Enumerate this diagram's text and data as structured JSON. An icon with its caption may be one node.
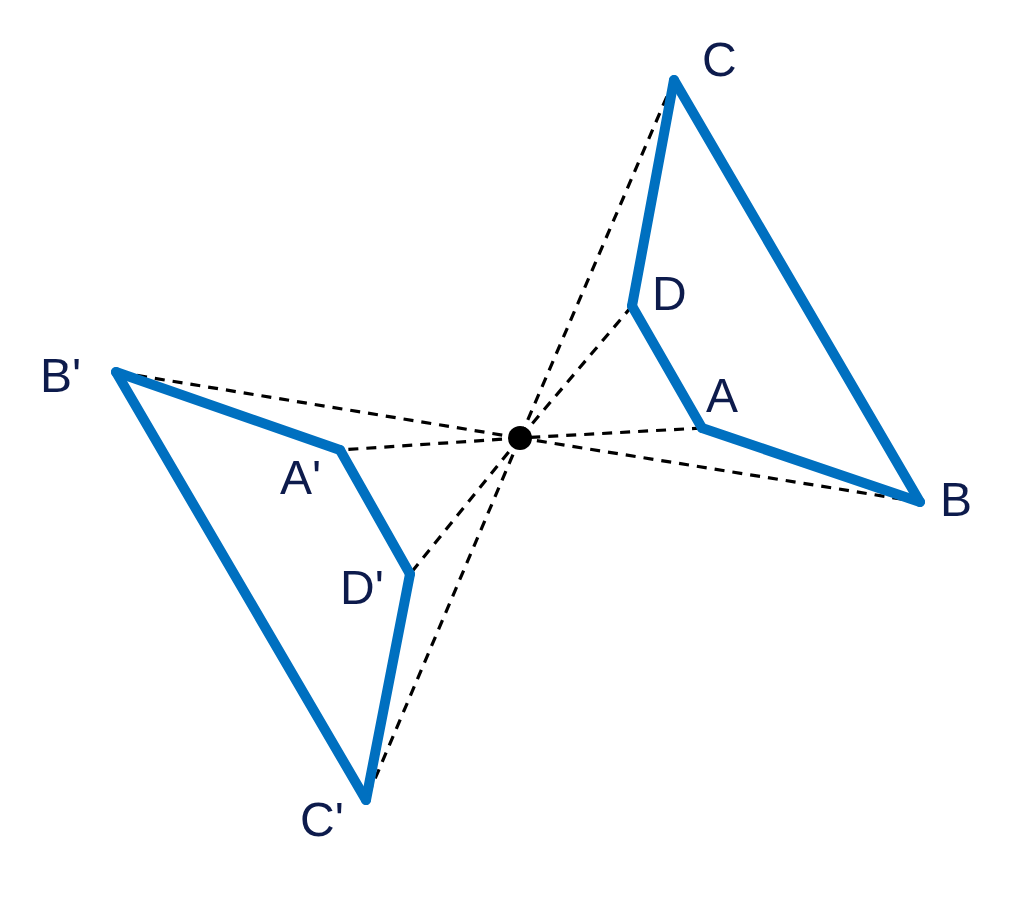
{
  "diagram": {
    "nodes": [
      {
        "text": [
          "C"
        ]
      },
      {
        "text": [
          "D"
        ]
      },
      {
        "text": [
          "A"
        ]
      },
      {
        "text": [
          "B"
        ]
      },
      {
        "text": [
          "B'"
        ]
      },
      {
        "text": [
          "A'"
        ]
      },
      {
        "text": [
          "D'"
        ]
      },
      {
        "text": [
          "C'"
        ]
      },
      {
        "text": [],
        "shape": "circle"
      }
    ],
    "edges": [
      {
        "from": 2,
        "to": 3,
        "arrow": "none",
        "style": "thick",
        "color": "#0070c0"
      },
      {
        "from": 3,
        "to": 0,
        "arrow": "none",
        "style": "thick",
        "color": "#0070c0"
      },
      {
        "from": 0,
        "to": 1,
        "arrow": "none",
        "style": "thick",
        "color": "#0070c0"
      },
      {
        "from": 1,
        "to": 2,
        "arrow": "none",
        "style": "thick",
        "color": "#0070c0"
      },
      {
        "from": 4,
        "to": 5,
        "arrow": "none",
        "style": "thick",
        "color": "#0070c0"
      },
      {
        "from": 5,
        "to": 6,
        "arrow": "none",
        "style": "thick",
        "color": "#0070c0"
      },
      {
        "from": 6,
        "to": 7,
        "arrow": "none",
        "style": "thick",
        "color": "#0070c0"
      },
      {
        "from": 7,
        "to": 4,
        "arrow": "none",
        "style": "thick",
        "color": "#0070c0"
      },
      {
        "from": 0,
        "to": 8,
        "arrow": "none",
        "style": "dashed",
        "color": "#000000"
      },
      {
        "from": 8,
        "to": 7,
        "arrow": "none",
        "style": "dashed",
        "color": "#000000"
      },
      {
        "from": 1,
        "to": 8,
        "arrow": "none",
        "style": "dashed",
        "color": "#000000"
      },
      {
        "from": 8,
        "to": 6,
        "arrow": "none",
        "style": "dashed",
        "color": "#000000"
      },
      {
        "from": 2,
        "to": 8,
        "arrow": "none",
        "style": "dashed",
        "color": "#000000"
      },
      {
        "from": 8,
        "to": 5,
        "arrow": "none",
        "style": "dashed",
        "color": "#000000"
      },
      {
        "from": 3,
        "to": 8,
        "arrow": "none",
        "style": "dashed",
        "color": "#000000"
      },
      {
        "from": 8,
        "to": 4,
        "arrow": "none",
        "style": "dashed",
        "color": "#000000"
      }
    ]
  }
}
